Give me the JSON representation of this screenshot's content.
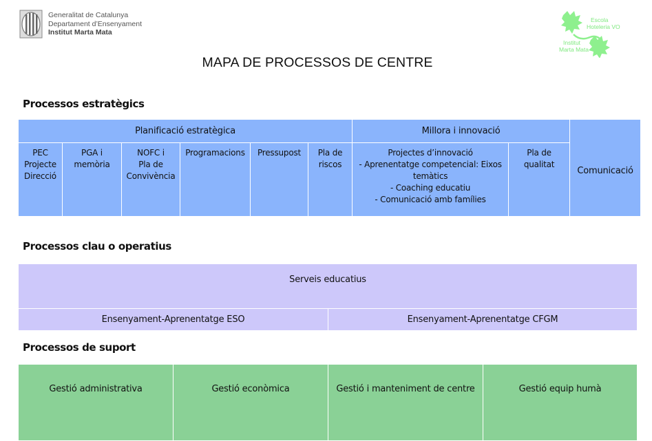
{
  "header": {
    "org_line1": "Generalitat de Catalunya",
    "org_line2": "Departament d’Ensenyament",
    "org_line3": "Institut Marta Mata",
    "logo_right": {
      "line1": "Escola",
      "line2": "Hoteleria VO",
      "line3": "Institut",
      "line4": "Marta Mata",
      "color": "#8ef08e"
    }
  },
  "title": "MAPA DE PROCESSOS DE CENTRE",
  "strategic": {
    "title": "Processos estratègics",
    "color": "#8ab4fc",
    "groups": {
      "planning": "Planificació estratègica",
      "improvement": "Millora i innovació",
      "communication": "Comunicació"
    },
    "items": {
      "pec": [
        "PEC",
        "Projecte",
        "Direcció"
      ],
      "pga": [
        "PGA i",
        "memòria"
      ],
      "nofc": [
        "NOFC i",
        "Pla de",
        "Convivència"
      ],
      "programacions": "Programacions",
      "pressupost": "Pressupost",
      "riscos": [
        "Pla de",
        "riscos"
      ],
      "innovacio": [
        "Projectes d’innovació",
        "- Aprenentatge competencial: Eixos",
        "temàtics",
        "- Coaching educatiu",
        "- Comunicació amb famílies"
      ],
      "qualitat": [
        "Pla de",
        "qualitat"
      ]
    }
  },
  "operational": {
    "title": "Processos clau o operatius",
    "color": "#cdc8fa",
    "top": "Serveis educatius",
    "items": [
      "Ensenyament-Aprenentatge ESO",
      "Ensenyament-Aprenentatge CFGM"
    ]
  },
  "support": {
    "title": "Processos de suport",
    "color": "#8ad196",
    "items": [
      "Gestió administrativa",
      "Gestió econòmica",
      "Gestió i manteniment de centre",
      "Gestió equip humà"
    ]
  }
}
